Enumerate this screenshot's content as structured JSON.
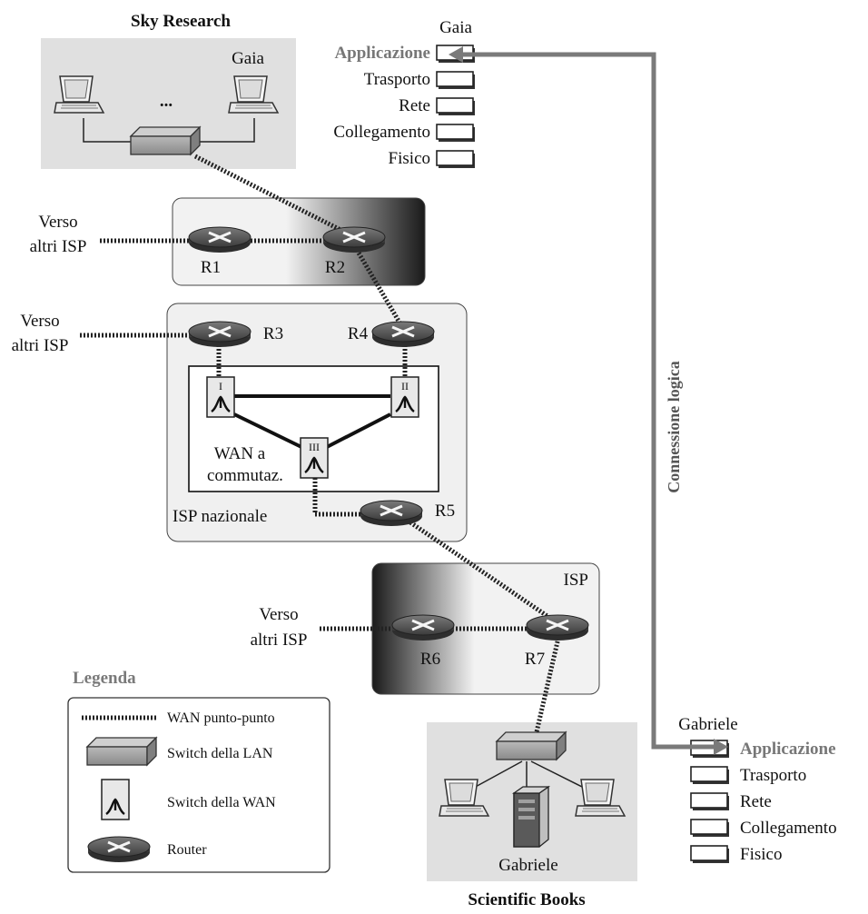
{
  "sites": {
    "top_title": "Sky Research",
    "top_host": "Gaia",
    "top_dots": "...",
    "bottom_title": "Scientific Books",
    "bottom_host": "Gabriele"
  },
  "routers": {
    "r1": "R1",
    "r2": "R2",
    "r3": "R3",
    "r4": "R4",
    "r5": "R5",
    "r6": "R6",
    "r7": "R7"
  },
  "external": {
    "to_isp_line1": "Verso",
    "to_isp_line2": "altri ISP"
  },
  "national_isp": {
    "label": "ISP nazionale",
    "wan_line1": "WAN a",
    "wan_line2": "commutaz.",
    "switch_i": "I",
    "switch_ii": "II",
    "switch_iii": "III"
  },
  "regional_isp": {
    "label": "ISP"
  },
  "stack_top": {
    "host": "Gaia",
    "layers": [
      "Applicazione",
      "Trasporto",
      "Rete",
      "Collegamento",
      "Fisico"
    ]
  },
  "stack_bottom": {
    "host": "Gabriele",
    "layers": [
      "Applicazione",
      "Trasporto",
      "Rete",
      "Collegamento",
      "Fisico"
    ]
  },
  "logical_connection": "Connessione logica",
  "legend": {
    "title": "Legenda",
    "items": [
      "WAN punto-punto",
      "Switch della LAN",
      "Switch della WAN",
      "Router"
    ]
  },
  "colors": {
    "site_bg": "#e0e0e0",
    "box_bg": "#f0f0f0",
    "router_fill": "#555555",
    "logic_arrow": "#7a7a7a"
  }
}
